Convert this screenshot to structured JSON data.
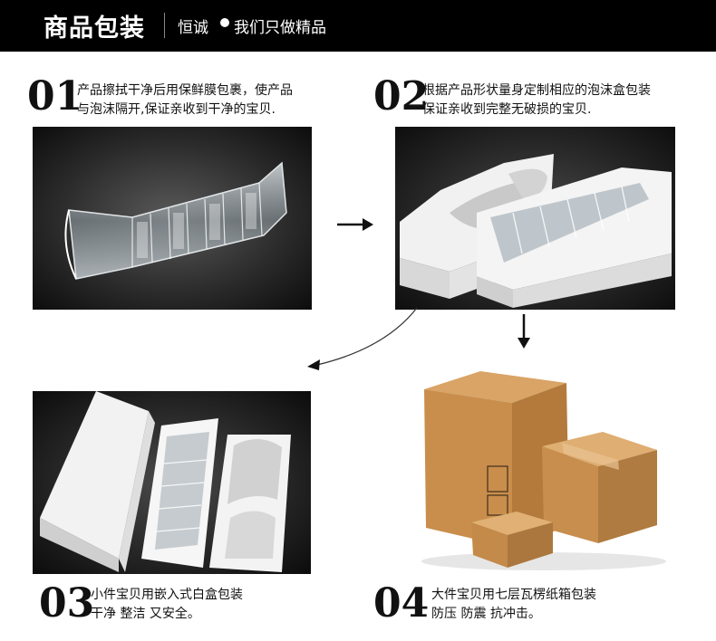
{
  "header": {
    "title": "商品包装",
    "tag1": "恒诚",
    "tag2": "我们只做精品"
  },
  "steps": [
    {
      "num": "01",
      "line1": "产品擦拭干净后用保鲜膜包裹，使产品",
      "line2": "与泡沫隔开,保证亲收到干净的宝贝."
    },
    {
      "num": "02",
      "line1": "根据产品形状量身定制相应的泡沫盒包装",
      "line2": "保证亲收到完整无破损的宝贝."
    },
    {
      "num": "03",
      "line1": "小件宝贝用嵌入式白盒包装",
      "line2": "干净 整洁 又安全。"
    },
    {
      "num": "04",
      "line1": "大件宝贝用七层瓦楞纸箱包装",
      "line2": "防压 防震 抗冲击。"
    }
  ]
}
